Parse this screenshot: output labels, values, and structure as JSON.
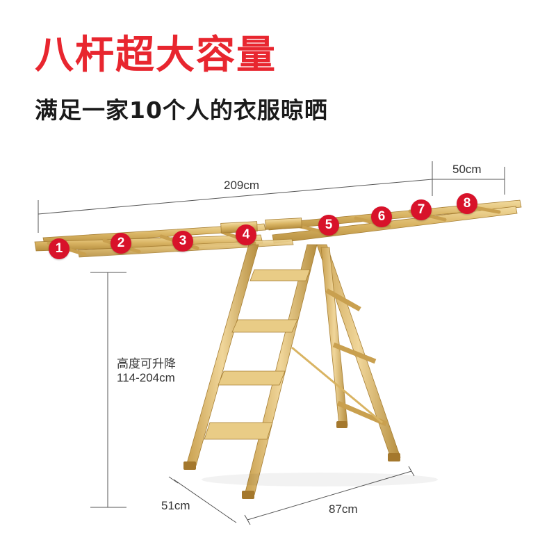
{
  "header": {
    "title": "八杆超大容量",
    "subtitle": "满足一家10个人的衣服晾晒"
  },
  "dimensions": {
    "total_length": "209cm",
    "rod_spacing": "50cm",
    "height_label": "高度可升降",
    "height_range": "114-204cm",
    "depth": "51cm",
    "width": "87cm"
  },
  "rods": [
    "1",
    "2",
    "3",
    "4",
    "5",
    "6",
    "7",
    "8"
  ],
  "colors": {
    "title": "#e8262f",
    "badge": "#d8122a",
    "frame": "#d9b463"
  }
}
